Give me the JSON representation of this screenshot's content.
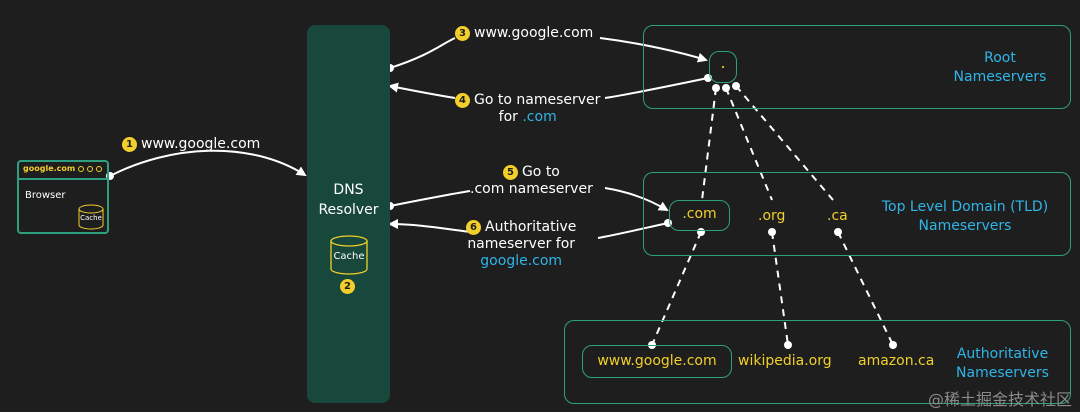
{
  "browser": {
    "url": "google.com",
    "label": "Browser",
    "cache": "Cache"
  },
  "resolver": {
    "line1": "DNS",
    "line2": "Resolver",
    "cache": "Cache",
    "cache_step": "2"
  },
  "root": {
    "line1": "Root",
    "line2": "Nameservers",
    "node": "."
  },
  "tld": {
    "line1": "Top Level Domain (TLD)",
    "line2": "Nameservers",
    "nodes": [
      ".com",
      ".org",
      ".ca"
    ]
  },
  "authoritative": {
    "line1": "Authoritative",
    "line2": "Nameservers",
    "nodes": [
      "www.google.com",
      "wikipedia.org",
      "amazon.ca"
    ]
  },
  "steps": [
    {
      "num": "1",
      "lines": [
        "www.google.com"
      ]
    },
    {
      "num": "2"
    },
    {
      "num": "3",
      "lines": [
        "www.google.com"
      ]
    },
    {
      "num": "4",
      "lines": [
        "Go to nameserver",
        "for",
        ".com"
      ]
    },
    {
      "num": "5",
      "lines": [
        "Go to",
        ".com nameserver"
      ]
    },
    {
      "num": "6",
      "lines": [
        "Authoritative",
        "nameserver for",
        "google.com"
      ]
    }
  ],
  "watermark": "@稀土掘金技术社区",
  "colors": {
    "background": "#1e1e1e",
    "resolver": "#18473b",
    "border": "#2ea07f",
    "accent_yellow": "#f2cf2b",
    "accent_blue": "#2fb5e8"
  }
}
